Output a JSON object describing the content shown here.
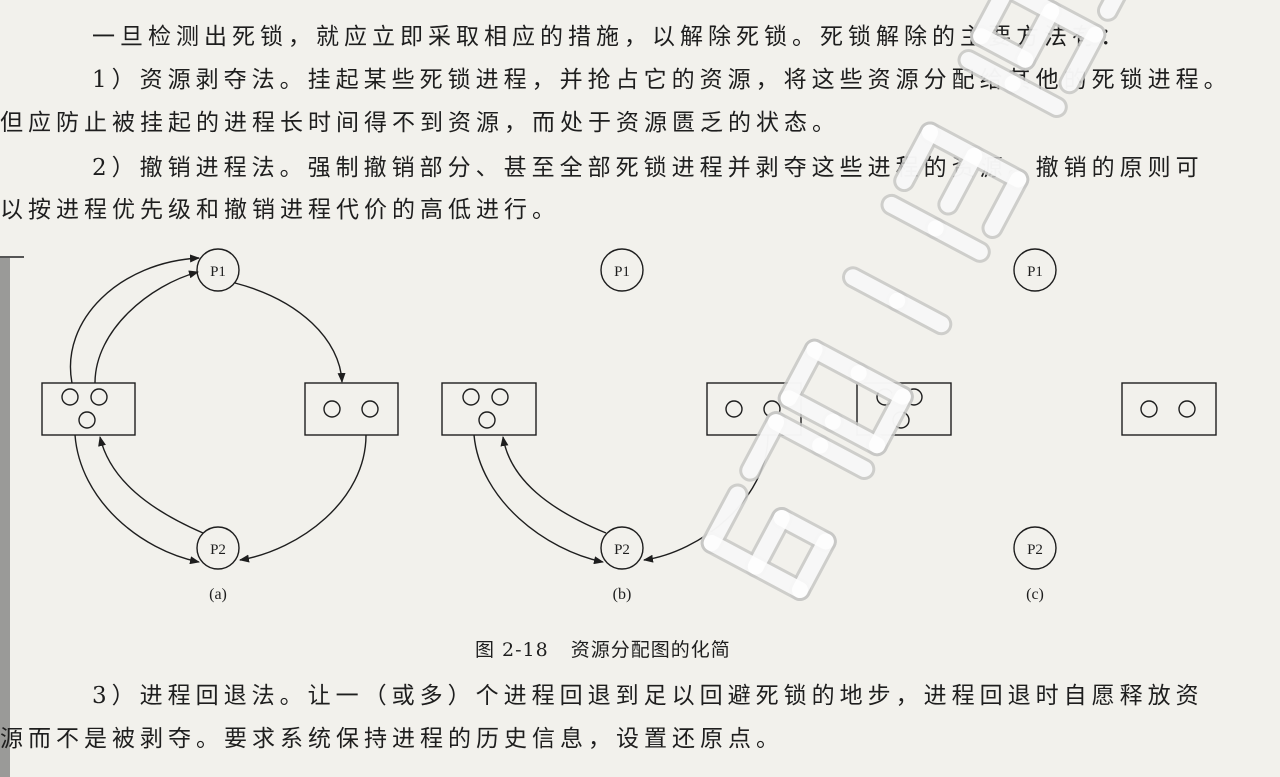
{
  "paragraphs": [
    {
      "lines": [
        "一旦检测出死锁，就应立即采取相应的措施，以解除死锁。死锁解除的主要方法有："
      ]
    },
    {
      "lines": [
        "1）资源剥夺法。挂起某些死锁进程，并抢占它的资源，将这些资源分配给其他的死锁进程。",
        "但应防止被挂起的进程长时间得不到资源，而处于资源匮乏的状态。"
      ]
    },
    {
      "lines": [
        "2）撤销进程法。强制撤销部分、甚至全部死锁进程并剥夺这些进程的资源。撤销的原则可",
        "以按进程优先级和撤销进程代价的高低进行。"
      ]
    },
    {
      "lines": [
        "3）进程回退法。让一（或多）个进程回退到足以回避死锁的地步，进程回退时自愿释放资",
        "源而不是被剥夺。要求系统保持进程的历史信息，设置还原点。"
      ]
    }
  ],
  "figure": {
    "process_labels": {
      "p1": "P1",
      "p2": "P2"
    },
    "subfigures": [
      "(a)",
      "(b)",
      "(c)"
    ],
    "caption_number": "图 2-18",
    "caption_text": "资源分配图的化简"
  },
  "watermark": {
    "text": "670113199"
  }
}
